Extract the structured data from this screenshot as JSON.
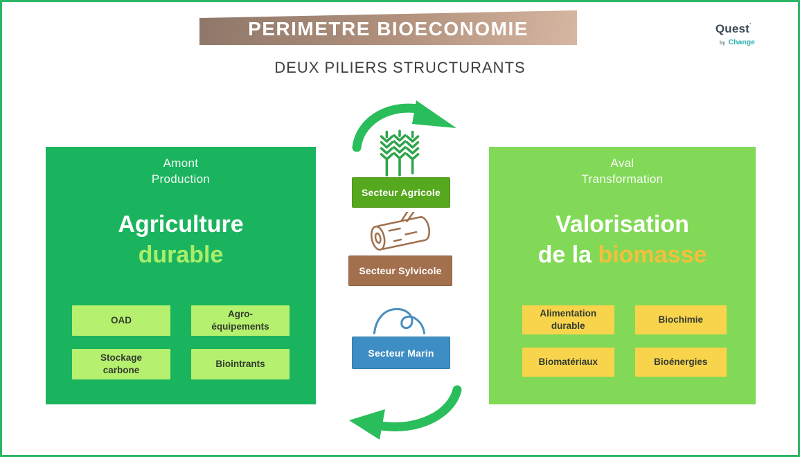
{
  "banner": {
    "title": "PERIMETRE BIOECONOMIE"
  },
  "subtitle": "DEUX PILIERS STRUCTURANTS",
  "logo": {
    "brand": "Quest",
    "mark": "’",
    "by": "by",
    "change": "Change"
  },
  "left_panel": {
    "header_line1": "Amont",
    "header_line2": "Production",
    "title_line1": "Agriculture",
    "title_line2_accent": "durable",
    "items": [
      {
        "label": "OAD"
      },
      {
        "label": "Agro-\néquipements"
      },
      {
        "label": "Stockage\ncarbone"
      },
      {
        "label": "Biointrants"
      }
    ]
  },
  "right_panel": {
    "header_line1": "Aval",
    "header_line2": "Transformation",
    "title_line1": "Valorisation",
    "title_line2_prefix": "de la ",
    "title_line2_accent": "biomasse",
    "items": [
      {
        "label": "Alimentation\ndurable"
      },
      {
        "label": "Biochimie"
      },
      {
        "label": "Biomatériaux"
      },
      {
        "label": "Bioénergies"
      }
    ]
  },
  "center_flow": {
    "sectors": [
      {
        "label": "Secteur Agricole",
        "icon": "wheat-icon",
        "color": "#56a81f"
      },
      {
        "label": "Secteur Sylvicole",
        "icon": "log-icon",
        "color": "#a3704e"
      },
      {
        "label": "Secteur Marin",
        "icon": "wave-icon",
        "color": "#3e8ec5"
      }
    ]
  },
  "colors": {
    "page_border": "#2cb565",
    "banner_gradient_from": "#8e7769",
    "banner_gradient_to": "#d6b7a2",
    "left_panel_bg": "#1ab45e",
    "left_item_bg": "#b5f06e",
    "left_accent_text": "#a9ee6a",
    "right_panel_bg": "#82d957",
    "right_item_bg": "#f8d44d",
    "right_accent_text": "#f2c03c",
    "flow_arrow": "#29bd5b",
    "logo_teal": "#2fb2b2"
  }
}
